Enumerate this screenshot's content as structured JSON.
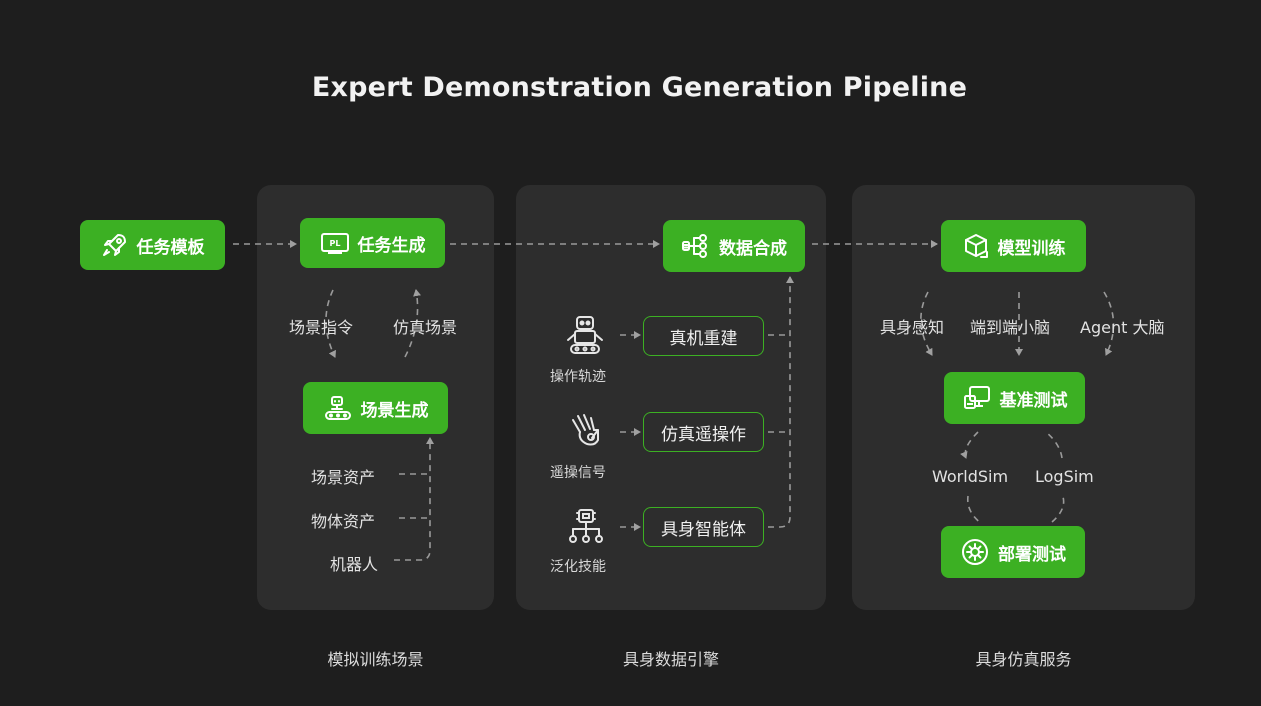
{
  "title": "Expert Demonstration Generation Pipeline",
  "colors": {
    "accent": "#3cb023",
    "panel": "#2d2d2d",
    "background": "#1e1e1e"
  },
  "sections": {
    "sim_training": "模拟训练场景",
    "data_engine": "具身数据引擎",
    "sim_service": "具身仿真服务"
  },
  "nodes": {
    "task_template": "任务模板",
    "task_generation": "任务生成",
    "scene_generation": "场景生成",
    "data_synthesis": "数据合成",
    "real_reconstruction": "真机重建",
    "sim_teleop": "仿真遥操作",
    "embodied_agent": "具身智能体",
    "model_training": "模型训练",
    "benchmark_test": "基准测试",
    "deploy_test": "部署测试"
  },
  "labels": {
    "scene_instruction": "场景指令",
    "sim_scene": "仿真场景",
    "scene_assets": "场景资产",
    "object_assets": "物体资产",
    "robot": "机器人",
    "op_trajectory": "操作轨迹",
    "teleop_signal": "遥操信号",
    "generalize_skill": "泛化技能",
    "embodied_perception": "具身感知",
    "end_to_end_cerebellum": "端到端小脑",
    "agent_brain": "Agent 大脑",
    "worldsim": "WorldSim",
    "logsim": "LogSim"
  },
  "icons": {
    "task_template": "rocket-icon",
    "task_generation": "pl-screen-icon",
    "scene_generation": "robot-conveyor-icon",
    "data_synthesis": "data-flow-icon",
    "op_trajectory": "robot-icon",
    "teleop_signal": "glove-icon",
    "generalize_skill": "chip-network-icon",
    "model_training": "cube-icon",
    "benchmark_test": "monitor-icon",
    "deploy_test": "gear-circle-icon"
  }
}
